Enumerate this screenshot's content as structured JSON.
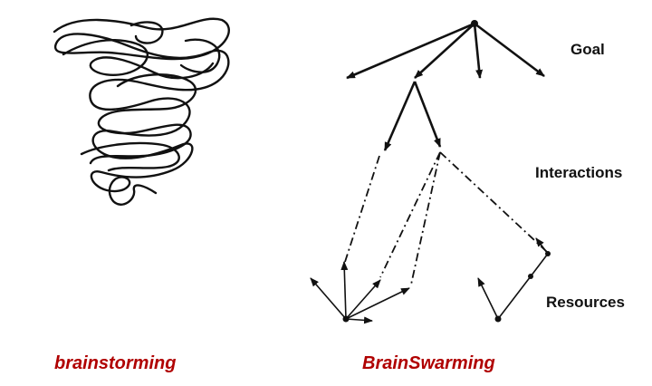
{
  "labels": {
    "goal": "Goal",
    "interactions": "Interactions",
    "resources": "Resources"
  },
  "captions": {
    "left": "brainstorming",
    "right": "BrainSwarming"
  },
  "colors": {
    "caption": "#b00000",
    "ink": "#111111"
  }
}
